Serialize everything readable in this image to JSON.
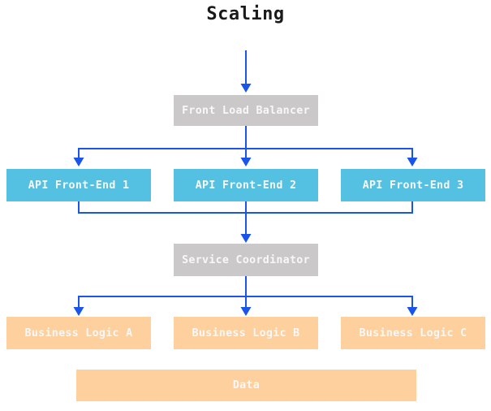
{
  "title": "Scaling",
  "colors": {
    "arrow": "#1a54e8",
    "node_gray": "#cac8c8",
    "node_cyan": "#54c0e2",
    "node_orange": "#fdd09e",
    "node_text": "#f8f8f8",
    "title_text": "#1a1a1a"
  },
  "nodes": {
    "front_load_balancer": {
      "label": "Front Load Balancer",
      "kind": "gray"
    },
    "api_front_end_1": {
      "label": "API Front-End 1",
      "kind": "cyan"
    },
    "api_front_end_2": {
      "label": "API Front-End 2",
      "kind": "cyan"
    },
    "api_front_end_3": {
      "label": "API Front-End 3",
      "kind": "cyan"
    },
    "service_coordinator": {
      "label": "Service Coordinator",
      "kind": "gray"
    },
    "business_logic_a": {
      "label": "Business Logic A",
      "kind": "orange"
    },
    "business_logic_b": {
      "label": "Business Logic B",
      "kind": "orange"
    },
    "business_logic_c": {
      "label": "Business Logic C",
      "kind": "orange"
    },
    "data": {
      "label": "Data",
      "kind": "orange"
    }
  },
  "edges": [
    {
      "from": "entry",
      "to": "front_load_balancer"
    },
    {
      "from": "front_load_balancer",
      "to": "api_front_end_1"
    },
    {
      "from": "front_load_balancer",
      "to": "api_front_end_2"
    },
    {
      "from": "front_load_balancer",
      "to": "api_front_end_3"
    },
    {
      "from": "api_front_end_1",
      "to": "service_coordinator"
    },
    {
      "from": "api_front_end_2",
      "to": "service_coordinator"
    },
    {
      "from": "api_front_end_3",
      "to": "service_coordinator"
    },
    {
      "from": "service_coordinator",
      "to": "business_logic_a"
    },
    {
      "from": "service_coordinator",
      "to": "business_logic_b"
    },
    {
      "from": "service_coordinator",
      "to": "business_logic_c"
    }
  ]
}
